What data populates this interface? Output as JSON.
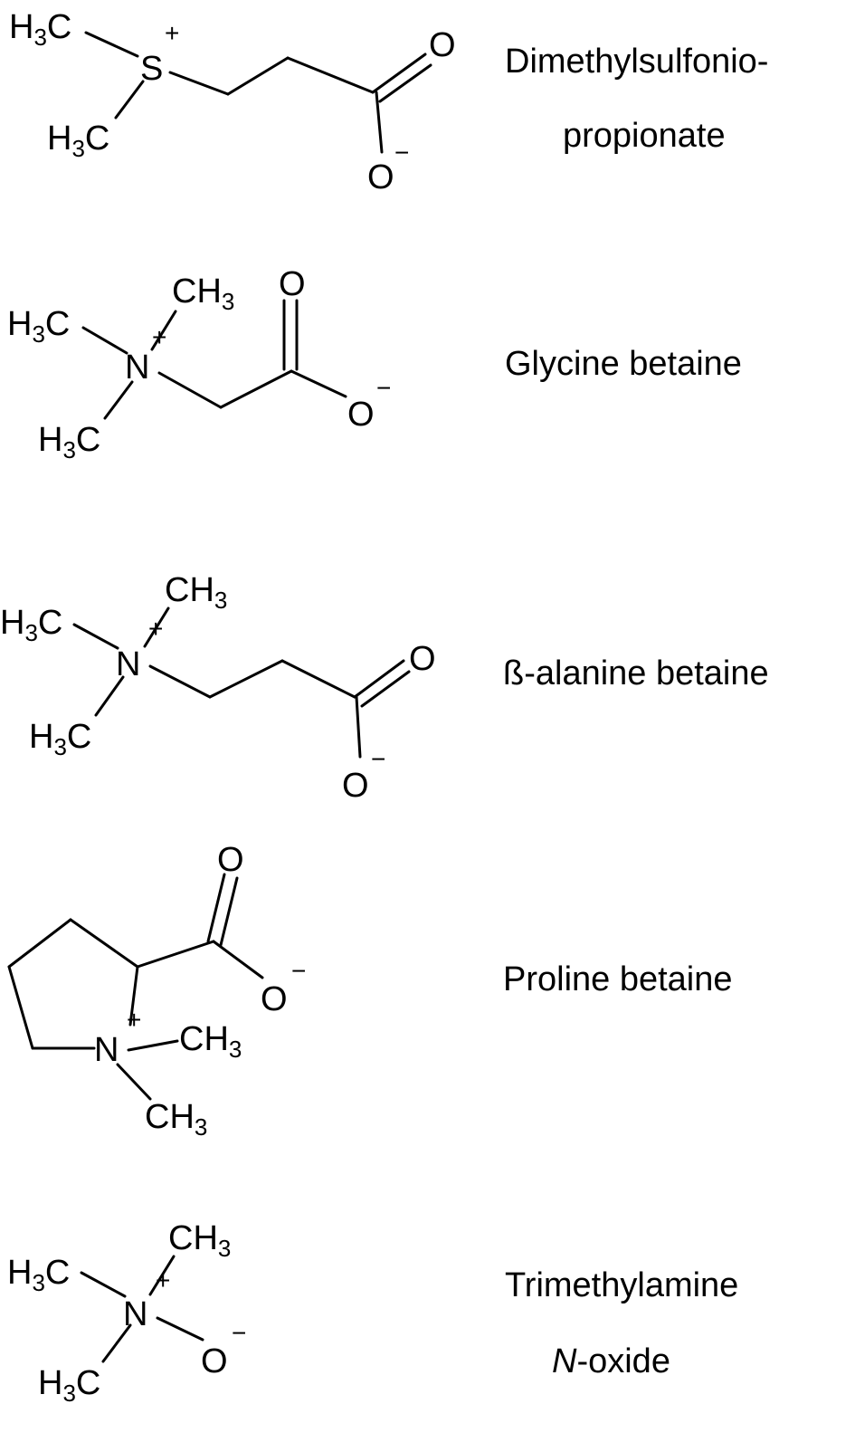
{
  "compounds": [
    {
      "name_lines": [
        "Dimethylsulfonio-",
        "propionate"
      ],
      "atoms": {
        "methyl_top": "H3C",
        "methyl_bottom": "H3C",
        "center": "S",
        "center_charge": "+",
        "carbonyl_o": "O",
        "anion_o": "O",
        "anion_charge": "−"
      }
    },
    {
      "name_lines": [
        "Glycine betaine"
      ],
      "atoms": {
        "methyl_top": "CH3",
        "methyl_left": "H3C",
        "methyl_bottom": "H3C",
        "center": "N",
        "center_charge": "+",
        "carbonyl_o": "O",
        "anion_o": "O",
        "anion_charge": "−"
      }
    },
    {
      "name_lines": [
        "ß-alanine betaine"
      ],
      "atoms": {
        "methyl_top": "CH3",
        "methyl_left": "H3C",
        "methyl_bottom": "H3C",
        "center": "N",
        "center_charge": "+",
        "carbonyl_o": "O",
        "anion_o": "O",
        "anion_charge": "−"
      }
    },
    {
      "name_lines": [
        "Proline betaine"
      ],
      "atoms": {
        "carbonyl_o": "O",
        "anion_o": "O",
        "anion_charge": "−",
        "center": "N",
        "center_charge": "+",
        "methyl_right": "CH3",
        "methyl_bottom": "CH3"
      }
    },
    {
      "name_lines": [
        "Trimethylamine"
      ],
      "name_italic": "N",
      "name_rest": "-oxide",
      "atoms": {
        "methyl_top": "CH3",
        "methyl_left": "H3C",
        "methyl_bottom": "H3C",
        "center": "N",
        "center_charge": "+",
        "oxide_o": "O",
        "oxide_charge": "−"
      }
    }
  ]
}
